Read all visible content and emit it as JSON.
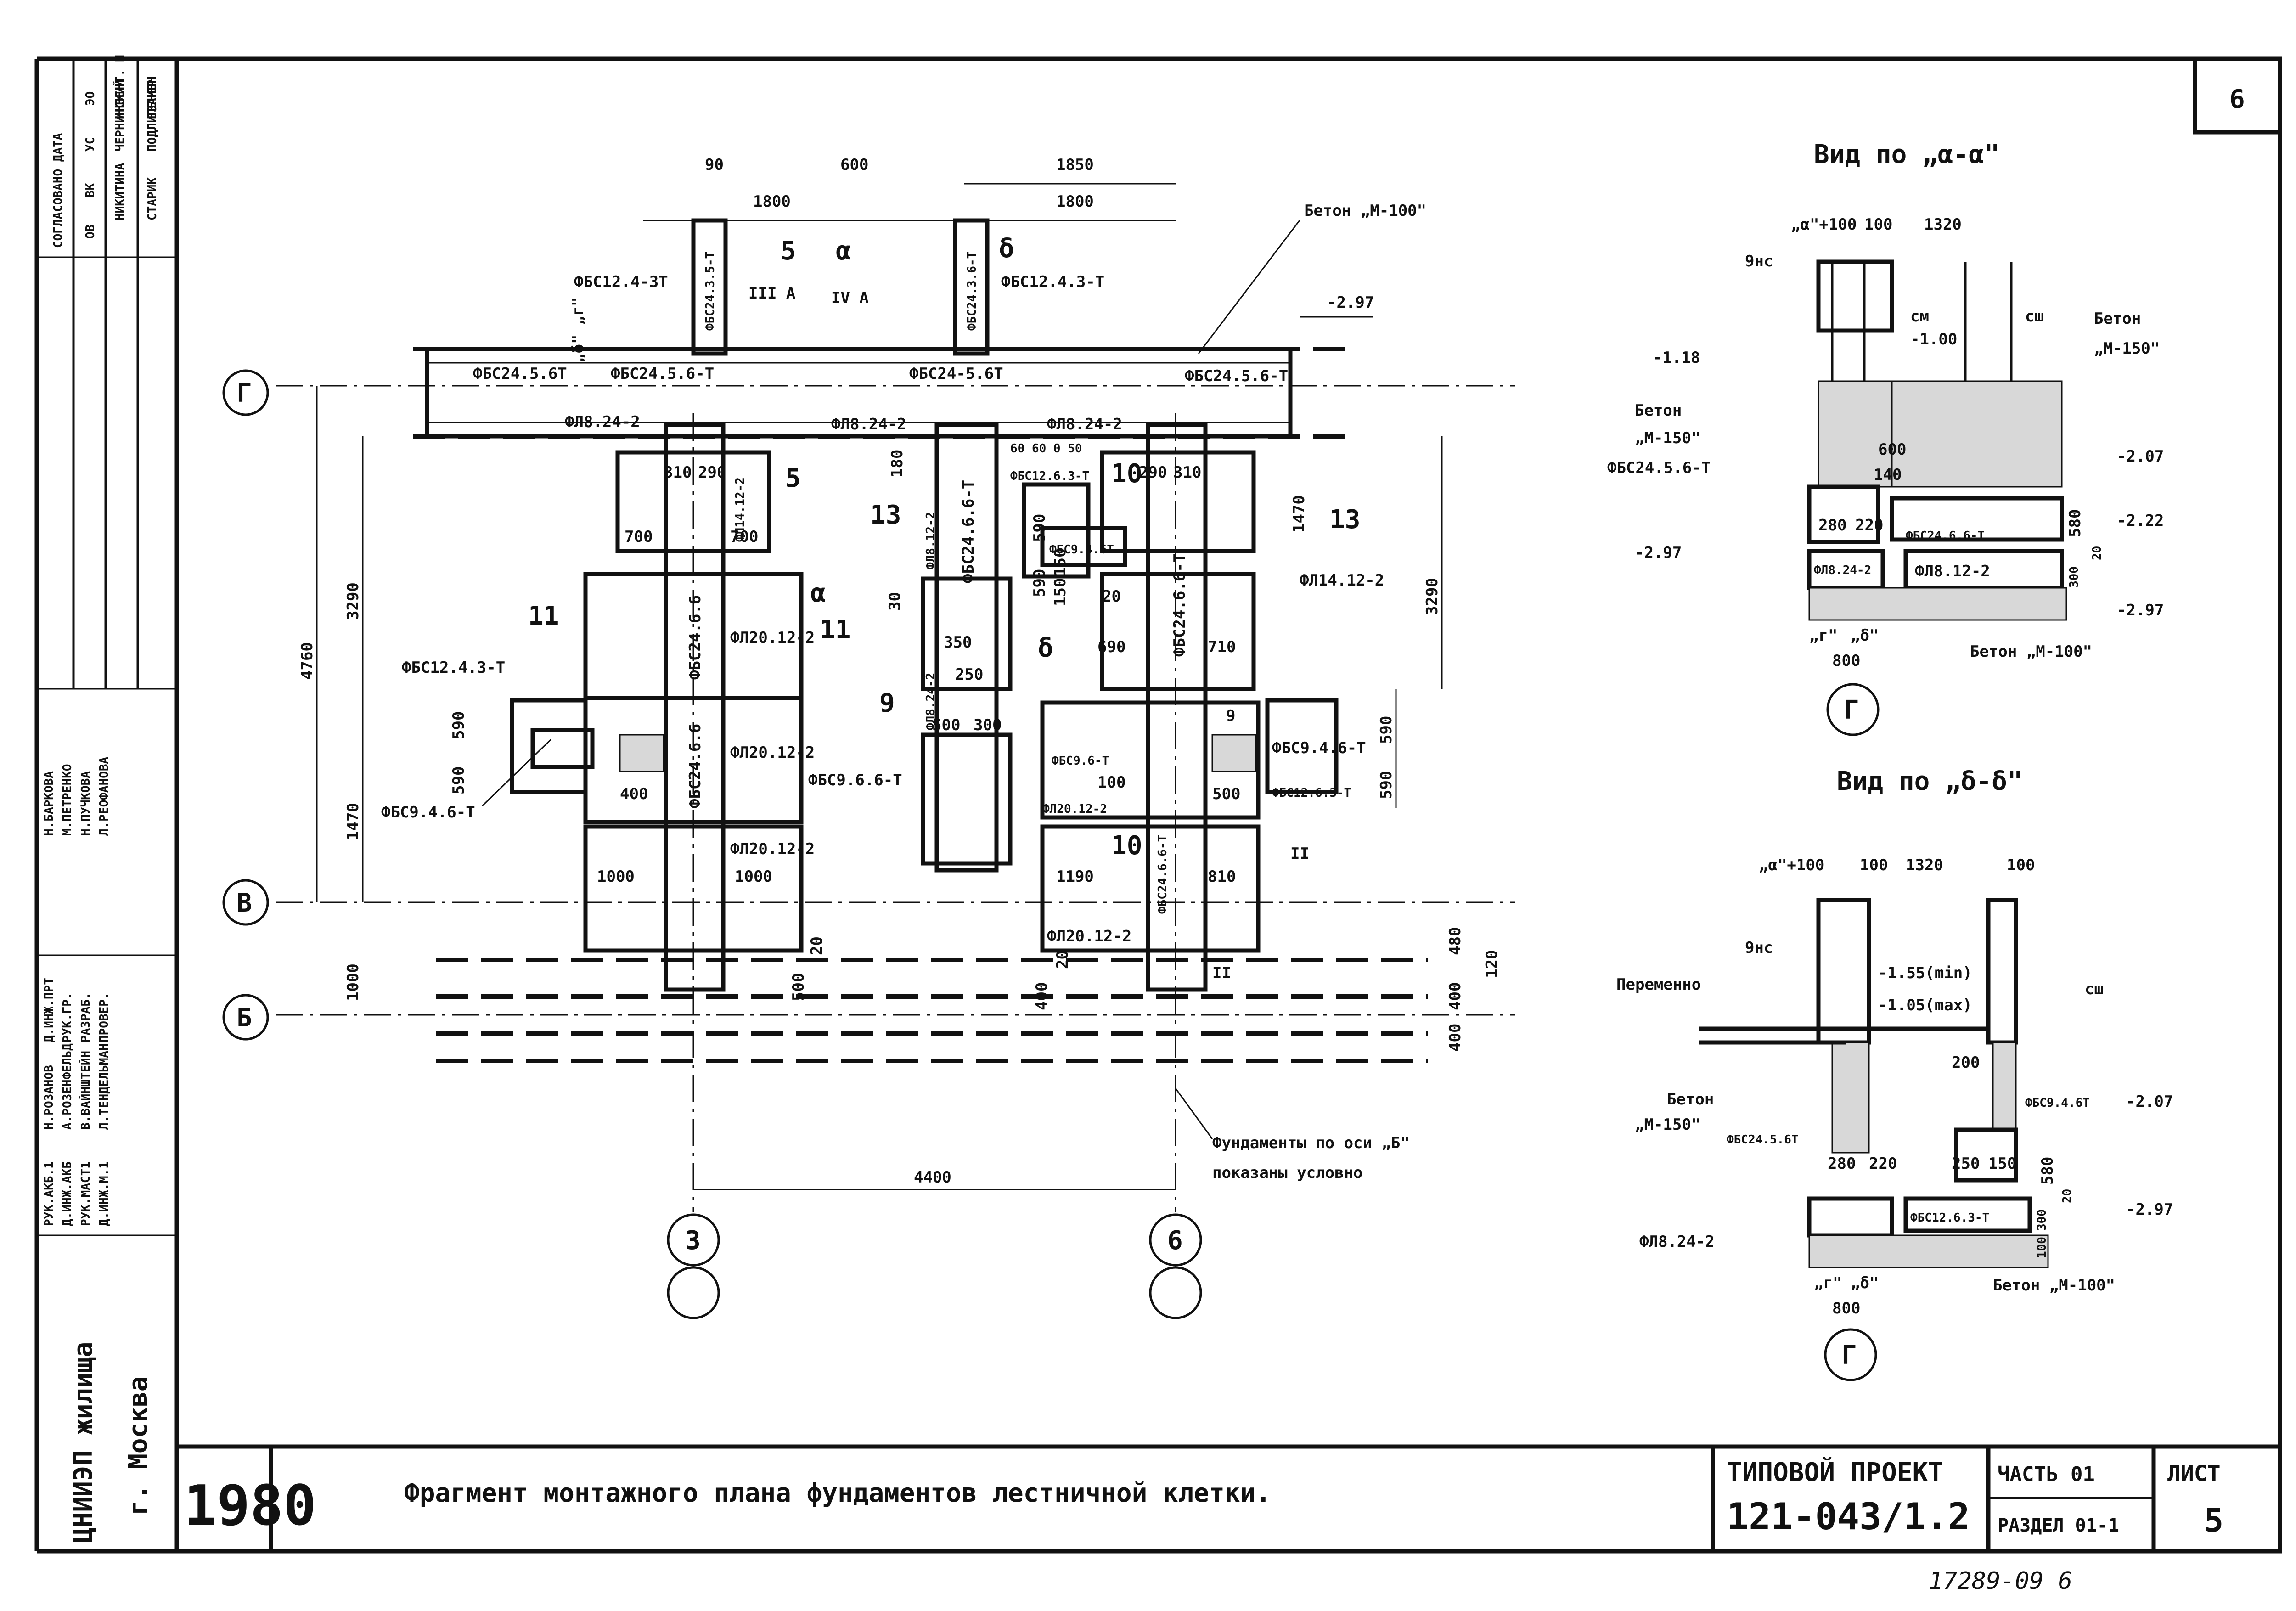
{
  "sheet": {
    "number_box": "6",
    "title": "Фрагмент монтажного плана фундаментов лестничной клетки.",
    "year": "1980",
    "org_name": "ЦНИИЭП жилища",
    "org_city": "г. Москва",
    "project_label": "ТИПОВОЙ ПРОЕКТ",
    "project_code": "121-043/1.2",
    "part": "ЧАСТЬ 01",
    "section": "РАЗДЕЛ 01-1",
    "sheet_label": "ЛИСТ",
    "sheet_no": "5",
    "footer_code": "17289-09 6"
  },
  "stamp": {
    "approval": "СОГЛАСОВАНО ДАТА",
    "rows": [
      "ОВ",
      "ВК",
      "УС",
      "ЭО"
    ],
    "names": [
      "НИКИТИНА",
      "ЧЕРНИНСКИЙ",
      "СТАРИК",
      "ПОДЛИПЕНЕР"
    ],
    "side": [
      "ИНВЕНТ. N",
      "ВЗАМЕН"
    ],
    "staff_roles": [
      "РУК.АКБ.1",
      "Д.ИНЖ.АКБ",
      "РУК.МАСТ1",
      "Д.ИНЖ.М.1",
      "Д.ИНЖ.ПРТ",
      "РУК.ГР.",
      "РАЗРАБ.",
      "ПРОВЕР."
    ],
    "staff_names": [
      "Н.РОЗАНОВ",
      "А.РОЗЕНФЕЛЬД",
      "В.ВАЙНШТЕЙН",
      "Л.ТЕНДЕЛЬМАН",
      "Н.БАРКОВА",
      "М.ПЕТРЕНКО",
      "Н.ПУЧКОВА",
      "Л.РЕОФАНОВА"
    ]
  },
  "plan": {
    "axes": [
      "Г",
      "В",
      "Б",
      "3",
      "6"
    ],
    "dims_top": [
      "90",
      "600",
      "1850",
      "1800",
      "1800"
    ],
    "dims_left": [
      "4760",
      "3290",
      "1470",
      "1000",
      "590",
      "590"
    ],
    "dims_right": [
      "3290",
      "1470",
      "590",
      "590",
      "480",
      "120",
      "400",
      "400"
    ],
    "dim_bottom": "4400",
    "concrete": "Бетон „М-100\"",
    "level": "-2.97",
    "section_marks": [
      "5",
      "5",
      "α",
      "α",
      "δ",
      "δ",
      "III А",
      "IV А",
      "13",
      "13",
      "11",
      "11",
      "9",
      "9",
      "10",
      "10",
      "II",
      "II"
    ],
    "dims_inner": [
      "700",
      "700",
      "310",
      "290",
      "180",
      "60 60 0 50",
      "290",
      "310",
      "590",
      "150",
      "20",
      "590",
      "150",
      "30",
      "350",
      "250",
      "690",
      "710",
      "500",
      "300",
      "400",
      "100",
      "500",
      "1000",
      "1000",
      "1190",
      "810",
      "500",
      "20",
      "400",
      "20",
      "„δ\" „г\""
    ],
    "labels": [
      "ФБС12.4-3Т",
      "ФБС24.3.5-Т",
      "ФБС24.3.6-Т",
      "ФБС12.4.3-Т",
      "ФБС24.5.6Т",
      "ФБС24.5.6-Т",
      "ФБС24-5.6Т",
      "ФБС24.5.6-Т",
      "ФЛ8.24-2",
      "ФЛ8.24-2",
      "ФЛ8.24-2",
      "ФЛ14.12-2",
      "ФБС24.6.6",
      "ФЛ20.12-2",
      "ФЛ8.12-2",
      "ФБС24.6.6-Т",
      "ФБС12.6.3-Т",
      "ФБС9.4.6Т",
      "ФБС24.6.6-Т",
      "ФЛ14.12-2",
      "ФБС12.4.3-Т",
      "ФЛ20.12-2",
      "ФБС24.6.6",
      "ФЛ8.24-2",
      "ФБС9.6.6-Т",
      "ФБС9.6-Т",
      "ФБС9.4.6-Т",
      "ФЛ20.12-2",
      "ФБС12.6.3-Т",
      "ФЛ20.12-2",
      "ФБС24.6.6-Т",
      "ФЛ20.12-2",
      "ФБС9.4.6-Т"
    ],
    "note": [
      "Фундаменты по оси „Б\"",
      "показаны условно"
    ]
  },
  "view_a": {
    "title": "Вид по „α-α\"",
    "dims": [
      "„α\"+100",
      "100",
      "1320",
      "600",
      "140",
      "280",
      "220",
      "800",
      "„г\"",
      "„δ\"",
      "580",
      "20",
      "300"
    ],
    "labels": [
      "9нс",
      "см",
      "сш",
      "Бетон",
      "„М-150\"",
      "-1.18",
      "-1.00",
      "Бетон",
      "„М-150\"",
      "ФБС24.5.6-Т",
      "ФБС24.6.6-Т",
      "-2.07",
      "-2.22",
      "-2.97",
      "ФЛ8.24-2",
      "ФЛ8.12-2",
      "-2.97",
      "Бетон „М-100\""
    ],
    "axis": "Г"
  },
  "view_b": {
    "title": "Вид по „δ-δ\"",
    "dims": [
      "„α\"+100",
      "100",
      "1320",
      "100",
      "200",
      "280",
      "220",
      "250",
      "150",
      "800",
      "„г\"",
      "„δ\"",
      "580",
      "20",
      "300",
      "100"
    ],
    "labels": [
      "9нс",
      "сш",
      "Переменно",
      "-1.55(min)",
      "-1.05(max)",
      "Бетон",
      "„М-150\"",
      "ФБС24.5.6Т",
      "ФБС9.4.6Т",
      "-2.07",
      "-2.97",
      "ФЛ8.24-2",
      "ФБС12.6.3-Т",
      "Бетон „М-100\""
    ],
    "axis": "Г"
  }
}
